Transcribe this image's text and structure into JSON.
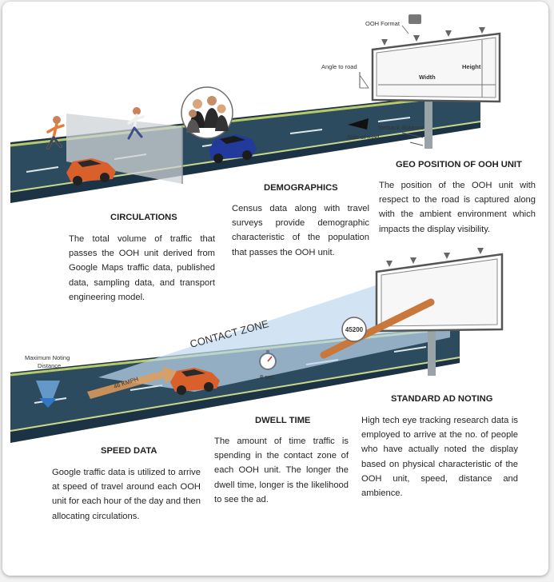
{
  "colors": {
    "road": "#2d4b5f",
    "road_edge": "#b7c96a",
    "road_side": "#1b3344",
    "contact_zone": "#bfd8ee",
    "arrow_orange": "#e08a3a",
    "car_orange": "#d9602a",
    "car_blue": "#223a9c"
  },
  "diagram_labels": {
    "ooh_format": "OOH Format",
    "angle_to_road": "Angle to road",
    "width": "Width",
    "height": "Height",
    "setback_distance": "Setback distance",
    "side_of_road": "Side of road",
    "contact_zone": "CONTACT ZONE",
    "maximum_noting_distance": "Maximum Noting Distance",
    "speed": "46 KMPH",
    "dwell_time": "8 sec",
    "ad_noting_count": "45200"
  },
  "sections": {
    "circulations": {
      "title": "CIRCULATIONS",
      "body": "The total volume of traffic that passes the OOH unit derived from Google Maps traffic data, published data, sampling data, and transport engineering model."
    },
    "demographics": {
      "title": "DEMOGRAPHICS",
      "body": "Census data along with travel surveys provide demographic characteristic of the population that passes the OOH unit."
    },
    "geo_position": {
      "title": "GEO POSITION OF OOH UNIT",
      "body": "The position of the OOH unit with respect to the road is captured along with the ambient environment which impacts the display visibility."
    },
    "speed_data": {
      "title": "SPEED DATA",
      "body": "Google traffic data is utilized to arrive at speed of travel around each OOH unit for each hour of the day and then allocating circulations."
    },
    "dwell_time": {
      "title": "DWELL TIME",
      "body": "The amount of time traffic is spending in the contact zone of each OOH unit. The longer the dwell time, longer is the likelihood to see the ad."
    },
    "standard_ad_noting": {
      "title": "STANDARD AD NOTING",
      "body": "High tech eye tracking research data is employed to arrive at the no. of people who have actually noted the display based on physical characteristic of the OOH unit, speed, distance and ambience."
    }
  }
}
